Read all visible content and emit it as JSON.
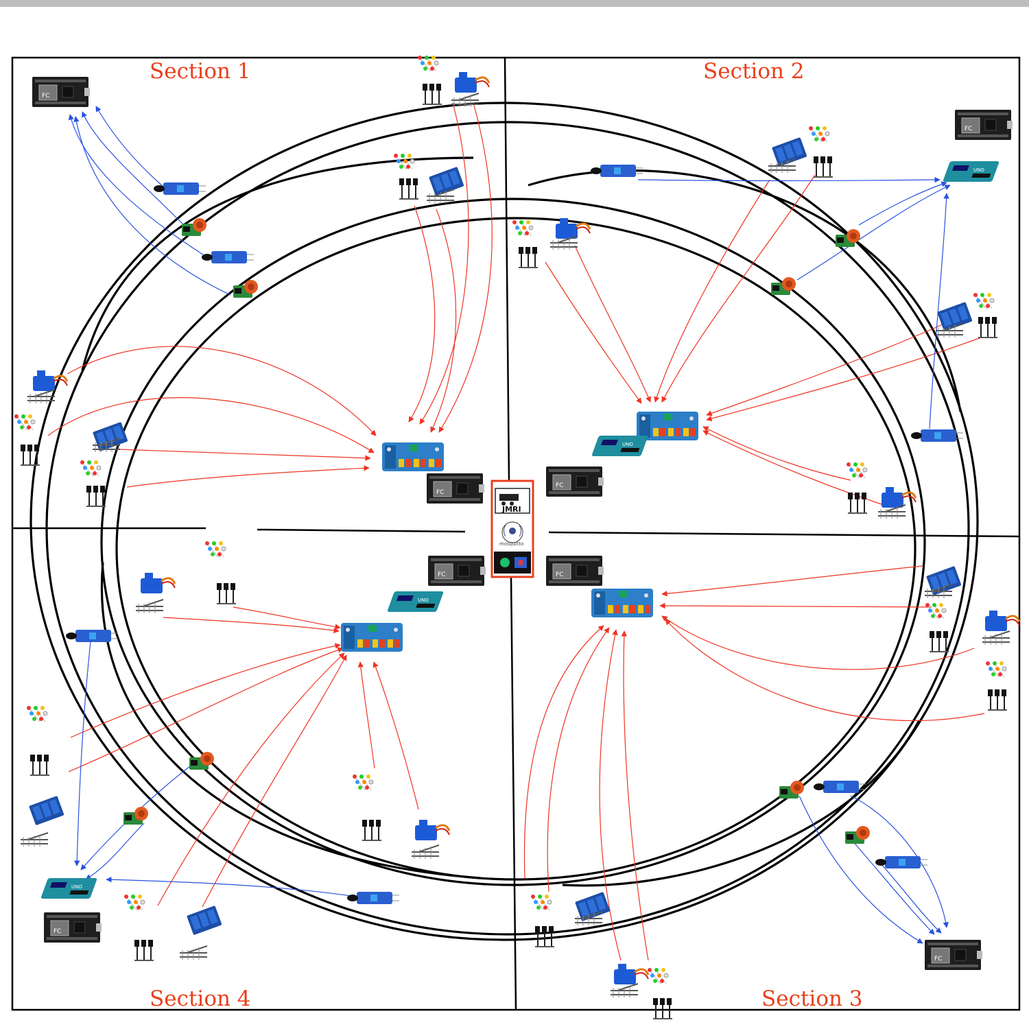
{
  "sections": [
    {
      "label": "Section 1"
    },
    {
      "label": "Section 2"
    },
    {
      "label": "Section 3"
    },
    {
      "label": "Section 4"
    }
  ],
  "center_panel": {
    "jmri_logo": "JMRI",
    "mosquitto_logo": "mosquitto",
    "server_icon": "node-red-server-icon"
  },
  "colors": {
    "section_label": "#e8401c",
    "signal_wire": "#ee3322",
    "sensor_wire": "#2a52e0",
    "track": "#000000",
    "center_panel_border": "#e8401c",
    "board_blue": "#2c7fc8",
    "board_dark": "#222222",
    "arduino_teal": "#1f8e9f"
  },
  "icons": [
    "esp8266-nodemcu-icon",
    "pca9685-servo-driver-icon",
    "arduino-uno-icon",
    "relay-module-icon",
    "servo-motor-icon",
    "led-bundle-icon",
    "signal-mast-icon",
    "turnout-icon",
    "ir-sensor-icon",
    "current-sensor-icon"
  ]
}
